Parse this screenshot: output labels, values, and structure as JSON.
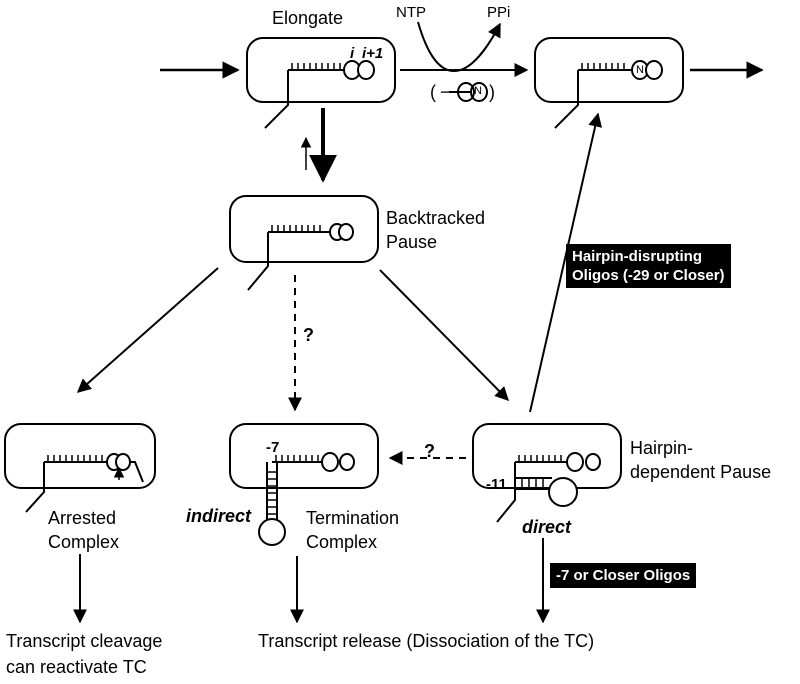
{
  "states": {
    "elongate": "Elongate",
    "backtracked_line1": "Backtracked",
    "backtracked_line2": "Pause",
    "arrested_line1": "Arrested",
    "arrested_line2": "Complex",
    "termination_line1": "Termination",
    "termination_line2": "Complex",
    "hairpin_line1": "Hairpin-",
    "hairpin_line2": "dependent Pause"
  },
  "reaction": {
    "ntp": "NTP",
    "ppi": "PPi",
    "n_symbol": "N",
    "minus_paren_open": "(",
    "minus_paren_close": ")",
    "minus_sign": "−"
  },
  "positions": {
    "i": "i",
    "i_plus_1": "i+1",
    "minus7": "-7",
    "minus11": "-11"
  },
  "unknown_mark": "?",
  "modes": {
    "indirect": "indirect",
    "direct": "direct"
  },
  "oligos": {
    "hairpin_disrupting_line1": "Hairpin-disrupting",
    "hairpin_disrupting_line2": "Oligos (-29 or Closer)",
    "minus7_closer": "-7 or Closer Oligos"
  },
  "outcomes": {
    "cleavage_line1": "Transcript cleavage",
    "cleavage_line2": "can reactivate TC",
    "release": "Transcript release (Dissociation of the TC)"
  }
}
